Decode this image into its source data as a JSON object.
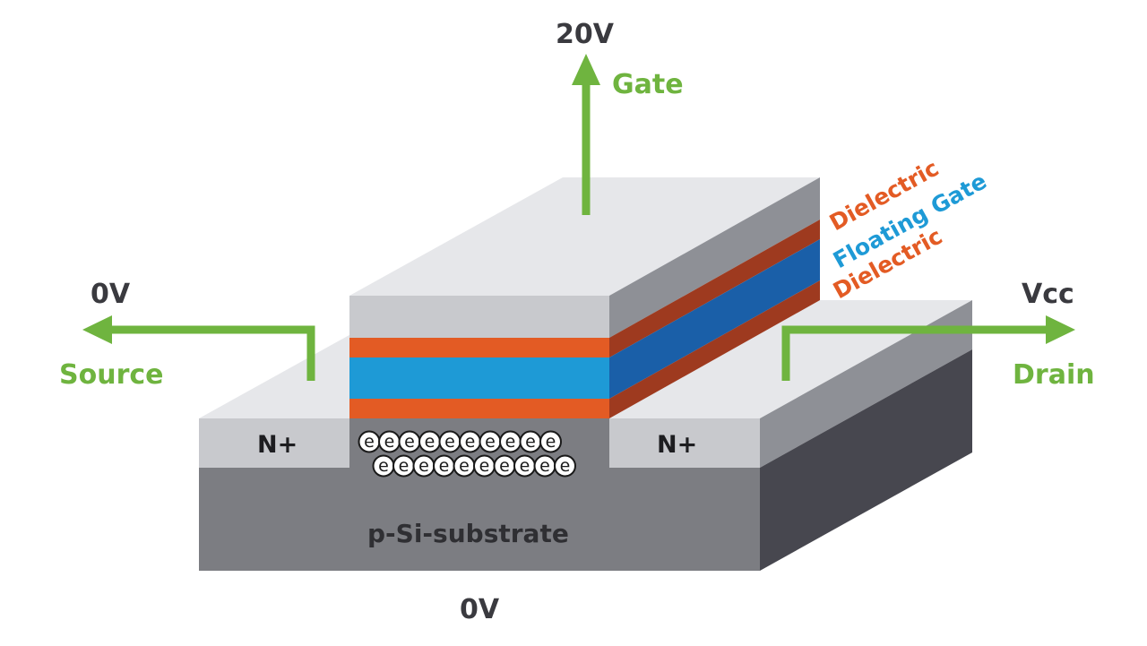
{
  "gate": {
    "voltage": "20V",
    "label": "Gate"
  },
  "source": {
    "voltage": "0V",
    "label": "Source"
  },
  "drain": {
    "voltage": "Vcc",
    "label": "Drain"
  },
  "substrate": {
    "label": "p-Si-substrate",
    "voltage": "0V"
  },
  "regions": {
    "left": "N+",
    "right": "N+"
  },
  "layers": {
    "top_dielectric": "Dielectric",
    "floating_gate": "Floating Gate",
    "bottom_dielectric": "Dielectric"
  },
  "electrons": {
    "symbol": "e",
    "row1_count": 10,
    "row2_count": 10
  },
  "colors": {
    "arrow_green": "#6fb43f",
    "dielectric_orange": "#e35b24",
    "floating_gate_blue": "#1e9ad6",
    "text_dark": "#3a3a3f"
  }
}
